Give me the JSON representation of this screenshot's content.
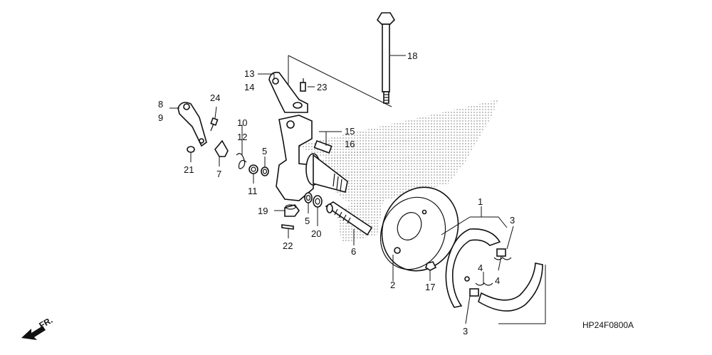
{
  "callouts": {
    "c1": "1",
    "c2": "2",
    "c3a": "3",
    "c3b": "3",
    "c4a": "4",
    "c4b": "4",
    "c5a": "5",
    "c5b": "5",
    "c6": "6",
    "c7": "7",
    "c8": "8",
    "c9": "9",
    "c10": "10",
    "c11": "11",
    "c12": "12",
    "c13": "13",
    "c14": "14",
    "c15": "15",
    "c16": "16",
    "c17": "17",
    "c18": "18",
    "c19": "19",
    "c20": "20",
    "c21": "21",
    "c22": "22",
    "c23": "23",
    "c24": "24"
  },
  "diagram_code": "HP24F0800A",
  "direction_label": "FR.",
  "colors": {
    "line": "#111111",
    "background": "#ffffff",
    "watermark_dots": "#9a9a9a"
  },
  "icons": {
    "direction": "front-arrow-icon",
    "watermark": "wing-logo-watermark"
  }
}
